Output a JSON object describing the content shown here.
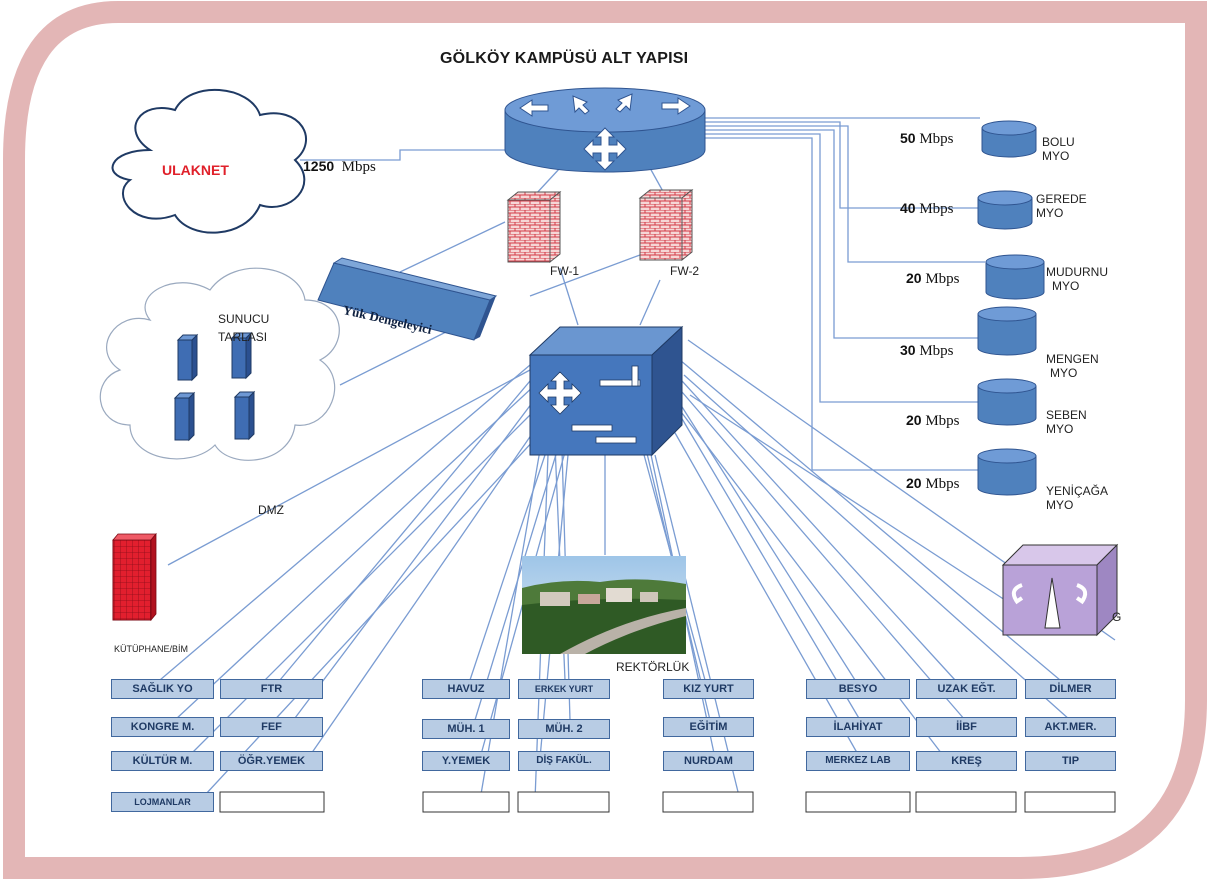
{
  "title": "GÖLKÖY KAMPÜSÜ ALT YAPISI",
  "ulaknet": {
    "label": "ULAKNET",
    "speed_num": "1250",
    "speed_unit": "Mbps"
  },
  "firewalls": [
    "FW-1",
    "FW-2"
  ],
  "load_balancer": "Yük Dengeleyici",
  "server_cloud": {
    "line1": "SUNUCU",
    "line2": "TARLASI"
  },
  "dmz": "DMZ",
  "library": "KÜTÜPHANE/BİM",
  "rectorate": "REKTÖRLÜK",
  "right_icon_suffix": "G",
  "myo": [
    {
      "speed_num": "50",
      "speed_unit": "Mbps",
      "line1": "BOLU",
      "line2": "MYO"
    },
    {
      "speed_num": "40",
      "speed_unit": "Mbps",
      "line1": "GEREDE",
      "line2": "MYO"
    },
    {
      "speed_num": "20",
      "speed_unit": "Mbps",
      "line1": "MUDURNU",
      "line2": "MYO"
    },
    {
      "speed_num": "30",
      "speed_unit": "Mbps",
      "line1": "MENGEN",
      "line2": "MYO"
    },
    {
      "speed_num": "20",
      "speed_unit": "Mbps",
      "line1": "SEBEN",
      "line2": "MYO"
    },
    {
      "speed_num": "20",
      "speed_unit": "Mbps",
      "line1": "YENİÇAĞA",
      "line2": "MYO"
    }
  ],
  "buildings": {
    "saglik": "SAĞLIK YO",
    "ftr": "FTR",
    "kongre": "KONGRE M.",
    "fef": "FEF",
    "kultur": "KÜLTÜR M.",
    "ogr_yemek": "ÖĞR.YEMEK",
    "lojmanlar": "LOJMANLAR",
    "havuz": "HAVUZ",
    "erkek_yurt": "ERKEK YURT",
    "muh1": "MÜH. 1",
    "muh2": "MÜH. 2",
    "y_yemek": "Y.YEMEK",
    "dis_fakul": "DİŞ FAKÜL.",
    "kiz_yurt": "KIZ YURT",
    "egitim": "EĞİTİM",
    "nurdam": "NURDAM",
    "besyo": "BESYO",
    "uzak_egt": "UZAK EĞT.",
    "dilmer": "DİLMER",
    "ilahiyat": "İLAHİYAT",
    "iibf": "İİBF",
    "akt_mer": "AKT.MER.",
    "merkez_lab": "MERKEZ LAB",
    "kres": "KREŞ",
    "tip": "TIP"
  },
  "colors": {
    "frame": "#e3b6b6",
    "device_blue": "#4f81bd",
    "device_dark": "#2f5490",
    "label_fill": "#b8cce4",
    "line": "#6a8ec8",
    "firewall_red": "#d02030"
  }
}
